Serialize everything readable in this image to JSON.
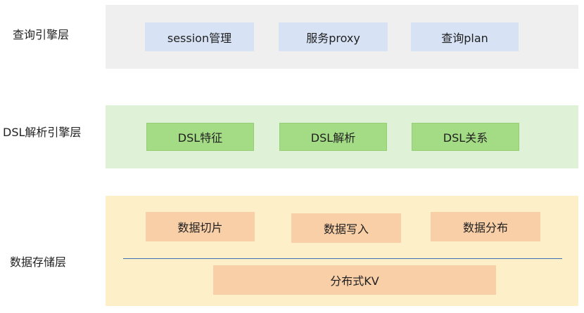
{
  "layers": {
    "query": {
      "label": "查询引擎层",
      "boxes": [
        "session管理",
        "服务proxy",
        "查询plan"
      ]
    },
    "dsl": {
      "label": "DSL解析引擎层",
      "boxes": [
        "DSL特征",
        "DSL解析",
        "DSL关系"
      ]
    },
    "storage": {
      "label": "数据存储层",
      "boxes": [
        "数据切片",
        "数据写入",
        "数据分布"
      ],
      "base": "分布式KV"
    }
  },
  "colors": {
    "query_bg": "#efefef",
    "query_box": "#d7e3f5",
    "dsl_bg": "#dff2d8",
    "dsl_box": "#a4dc86",
    "storage_bg": "#fdf0c8",
    "storage_box": "#f9cfa8",
    "divider": "#3b6fb6"
  }
}
